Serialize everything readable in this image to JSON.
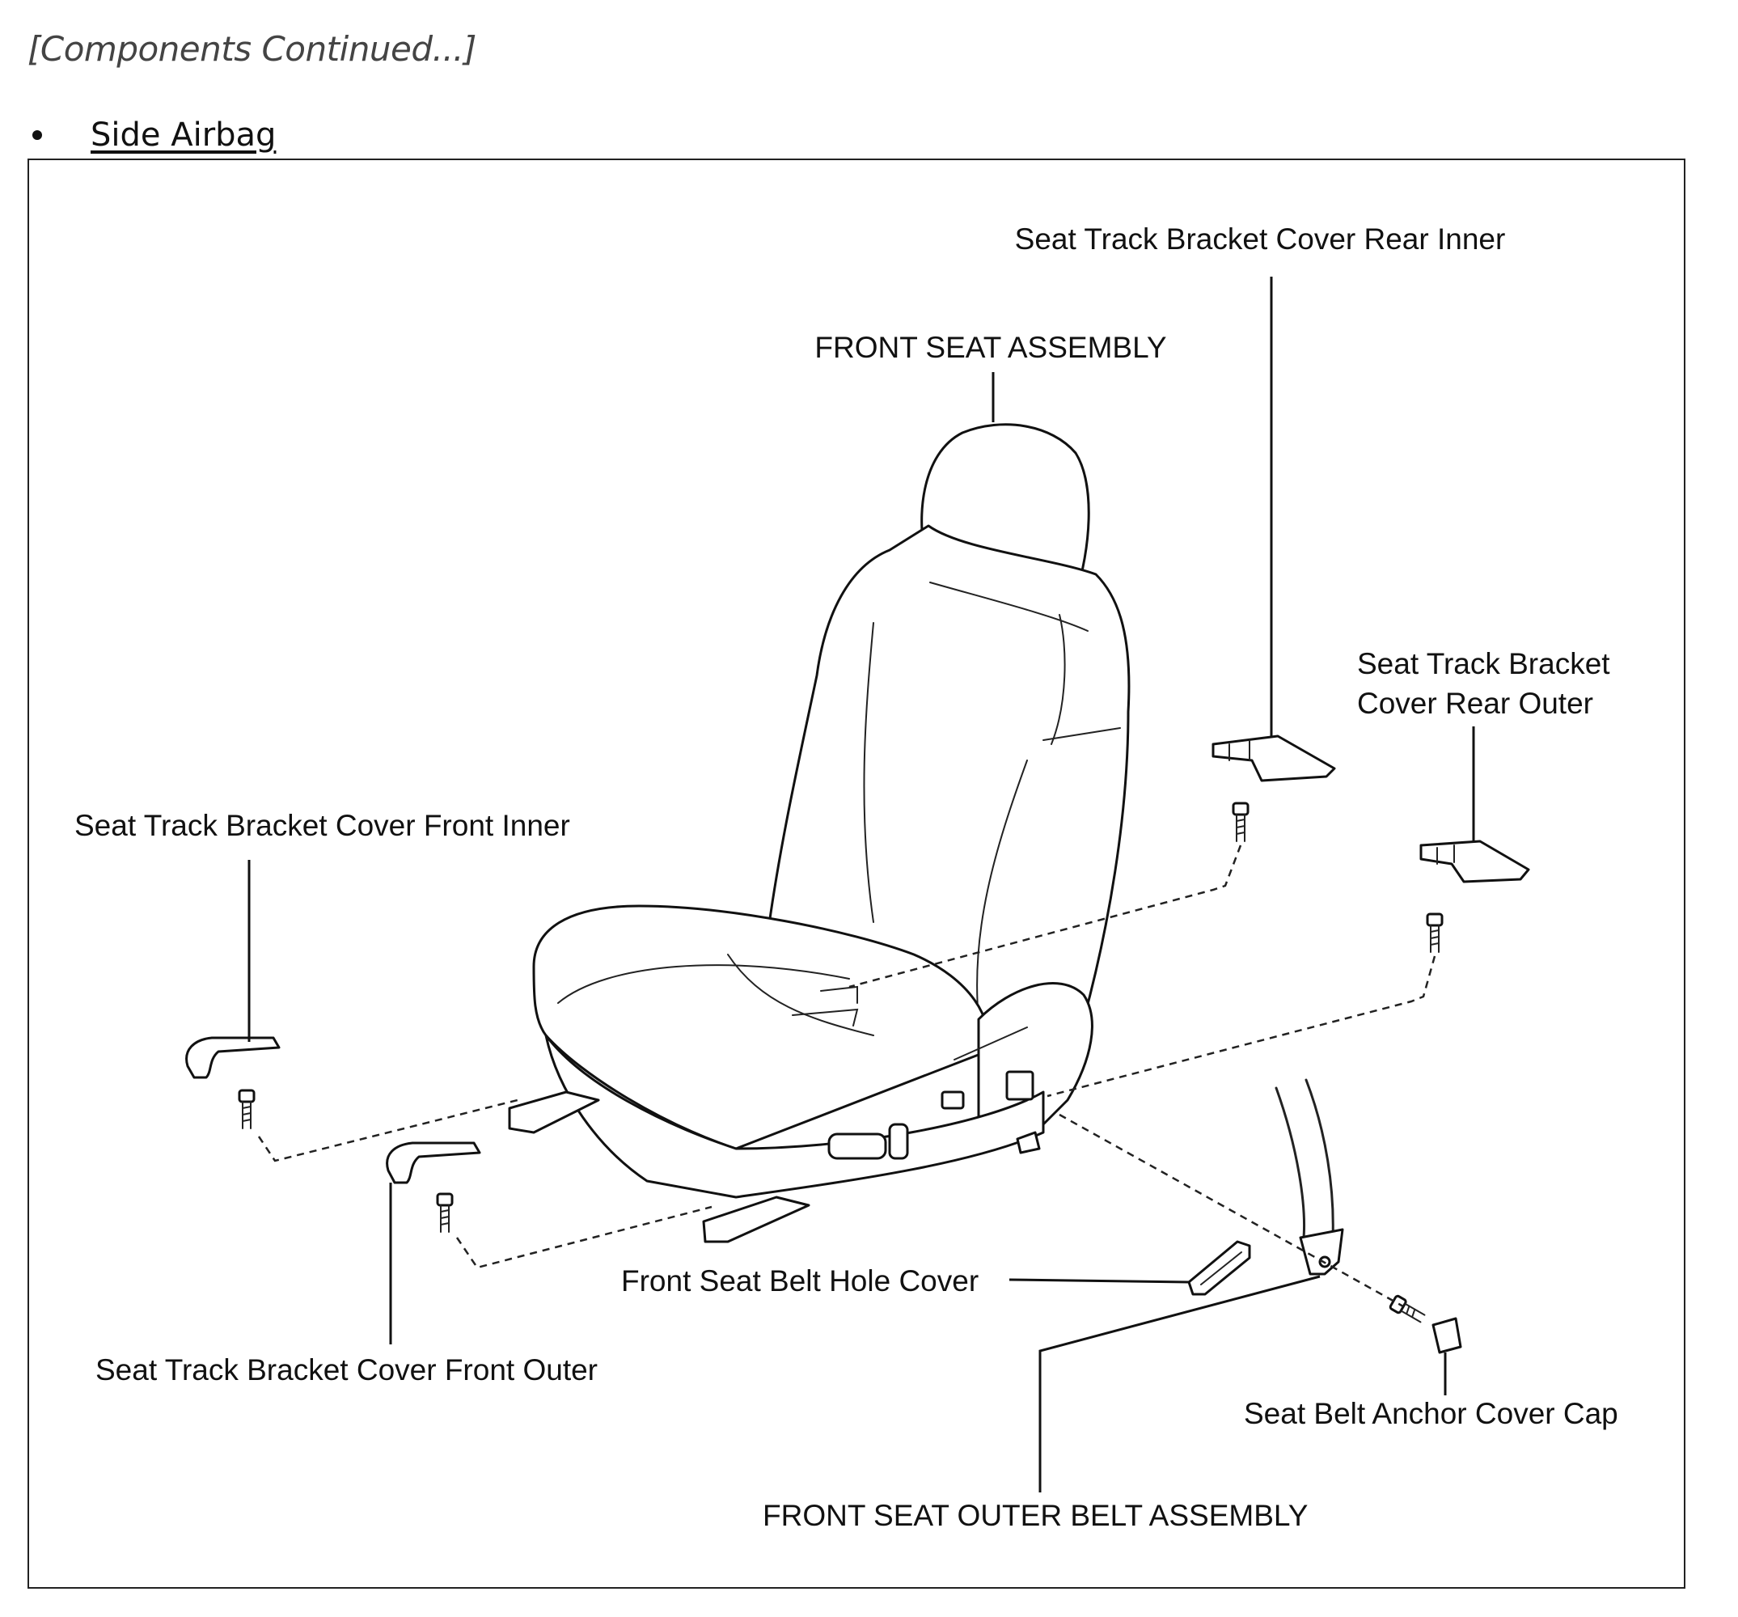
{
  "header": {
    "continued_note": "[Components Continued...]",
    "section_title": "Side Airbag"
  },
  "diagram": {
    "labels": {
      "front_seat_assembly": "FRONT SEAT ASSEMBLY",
      "cover_rear_inner": "Seat Track Bracket Cover Rear Inner",
      "cover_rear_outer_line1": "Seat Track Bracket",
      "cover_rear_outer_line2": "Cover Rear Outer",
      "cover_front_inner": "Seat Track Bracket Cover Front Inner",
      "cover_front_outer": "Seat Track Bracket Cover Front Outer",
      "belt_hole_cover": "Front Seat Belt Hole Cover",
      "anchor_cover_cap": "Seat Belt Anchor Cover Cap",
      "outer_belt_assembly": "FRONT SEAT OUTER BELT ASSEMBLY"
    }
  }
}
